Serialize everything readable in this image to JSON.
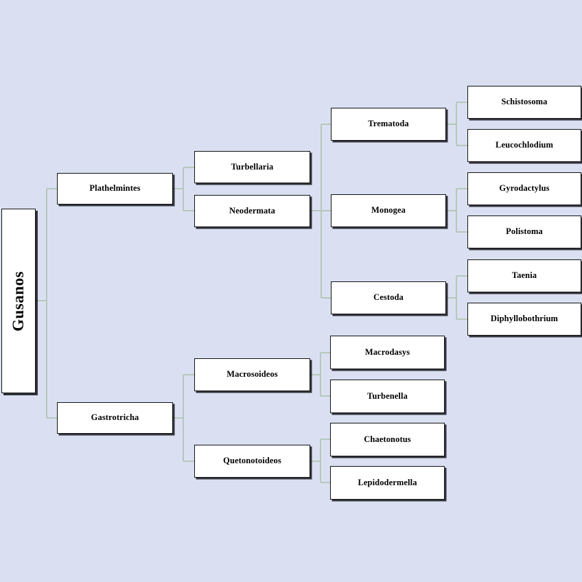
{
  "diagram": {
    "title": "Gusanos",
    "background_color": "#dae0f2",
    "line_color": "#b6c7ba",
    "box_fill_color": "#ffffff",
    "box_border_color": "#101010",
    "root": {
      "label": "Gusanos",
      "orientation": "vertical"
    },
    "nodes": {
      "plathelmintes": "Plathelmintes",
      "gastrotricha": "Gastrotricha",
      "turbellaria": "Turbellaria",
      "neodermata": "Neodermata",
      "macrosoideos": "Macrosoideos",
      "quetonotoideos": "Quetonotoideos",
      "trematoda": "Trematoda",
      "monogea": "Monogea",
      "cestoda": "Cestoda",
      "schistosoma": "Schistosoma",
      "leucochlodium": "Leucochlodium",
      "gyrodactylus": "Gyrodactylus",
      "polistoma": "Polistoma",
      "taenia": "Taenia",
      "diphyllobothrium": "Diphyllobothrium",
      "macrodasys": "Macrodasys",
      "turbenella": "Turbenella",
      "chaetonotus": "Chaetonotus",
      "lepidodermella": "Lepidodermella"
    }
  }
}
